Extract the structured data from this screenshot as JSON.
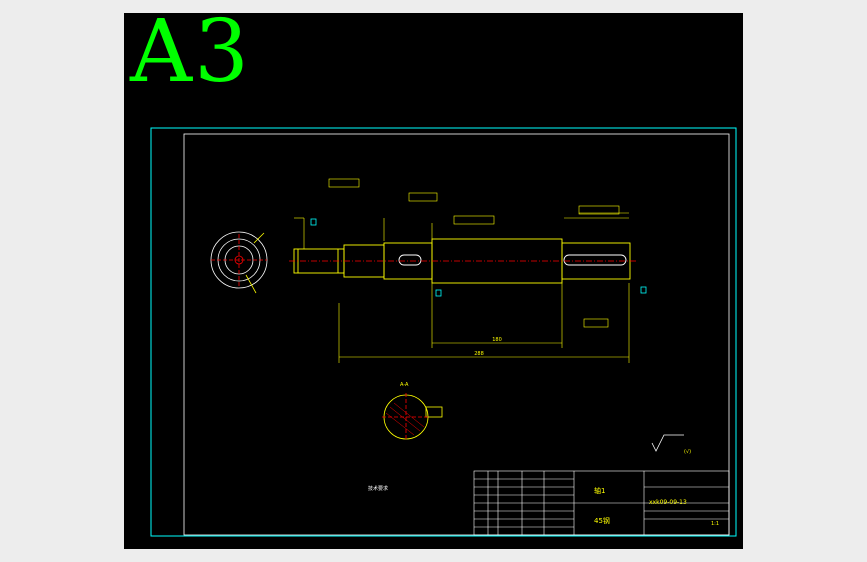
{
  "sheet": {
    "format_label": "A3"
  },
  "section": {
    "label": "A-A"
  },
  "roughness": {
    "label": "(√)"
  },
  "tech_notes": {
    "title": "技术要求"
  },
  "title_block": {
    "part_name": "轴1",
    "material": "45钢",
    "drawing_code": "xxk09-09-13",
    "scale": "1:1"
  },
  "dimensions": {
    "total_length": "288",
    "mid_length": "180"
  },
  "colors": {
    "background": "#000000",
    "border": "#00ffff",
    "part_outline": "#ffff00",
    "centerline": "#ff0000",
    "datum": "#00ffff",
    "text": "#ffff00",
    "sheet_label": "#00ff00"
  }
}
